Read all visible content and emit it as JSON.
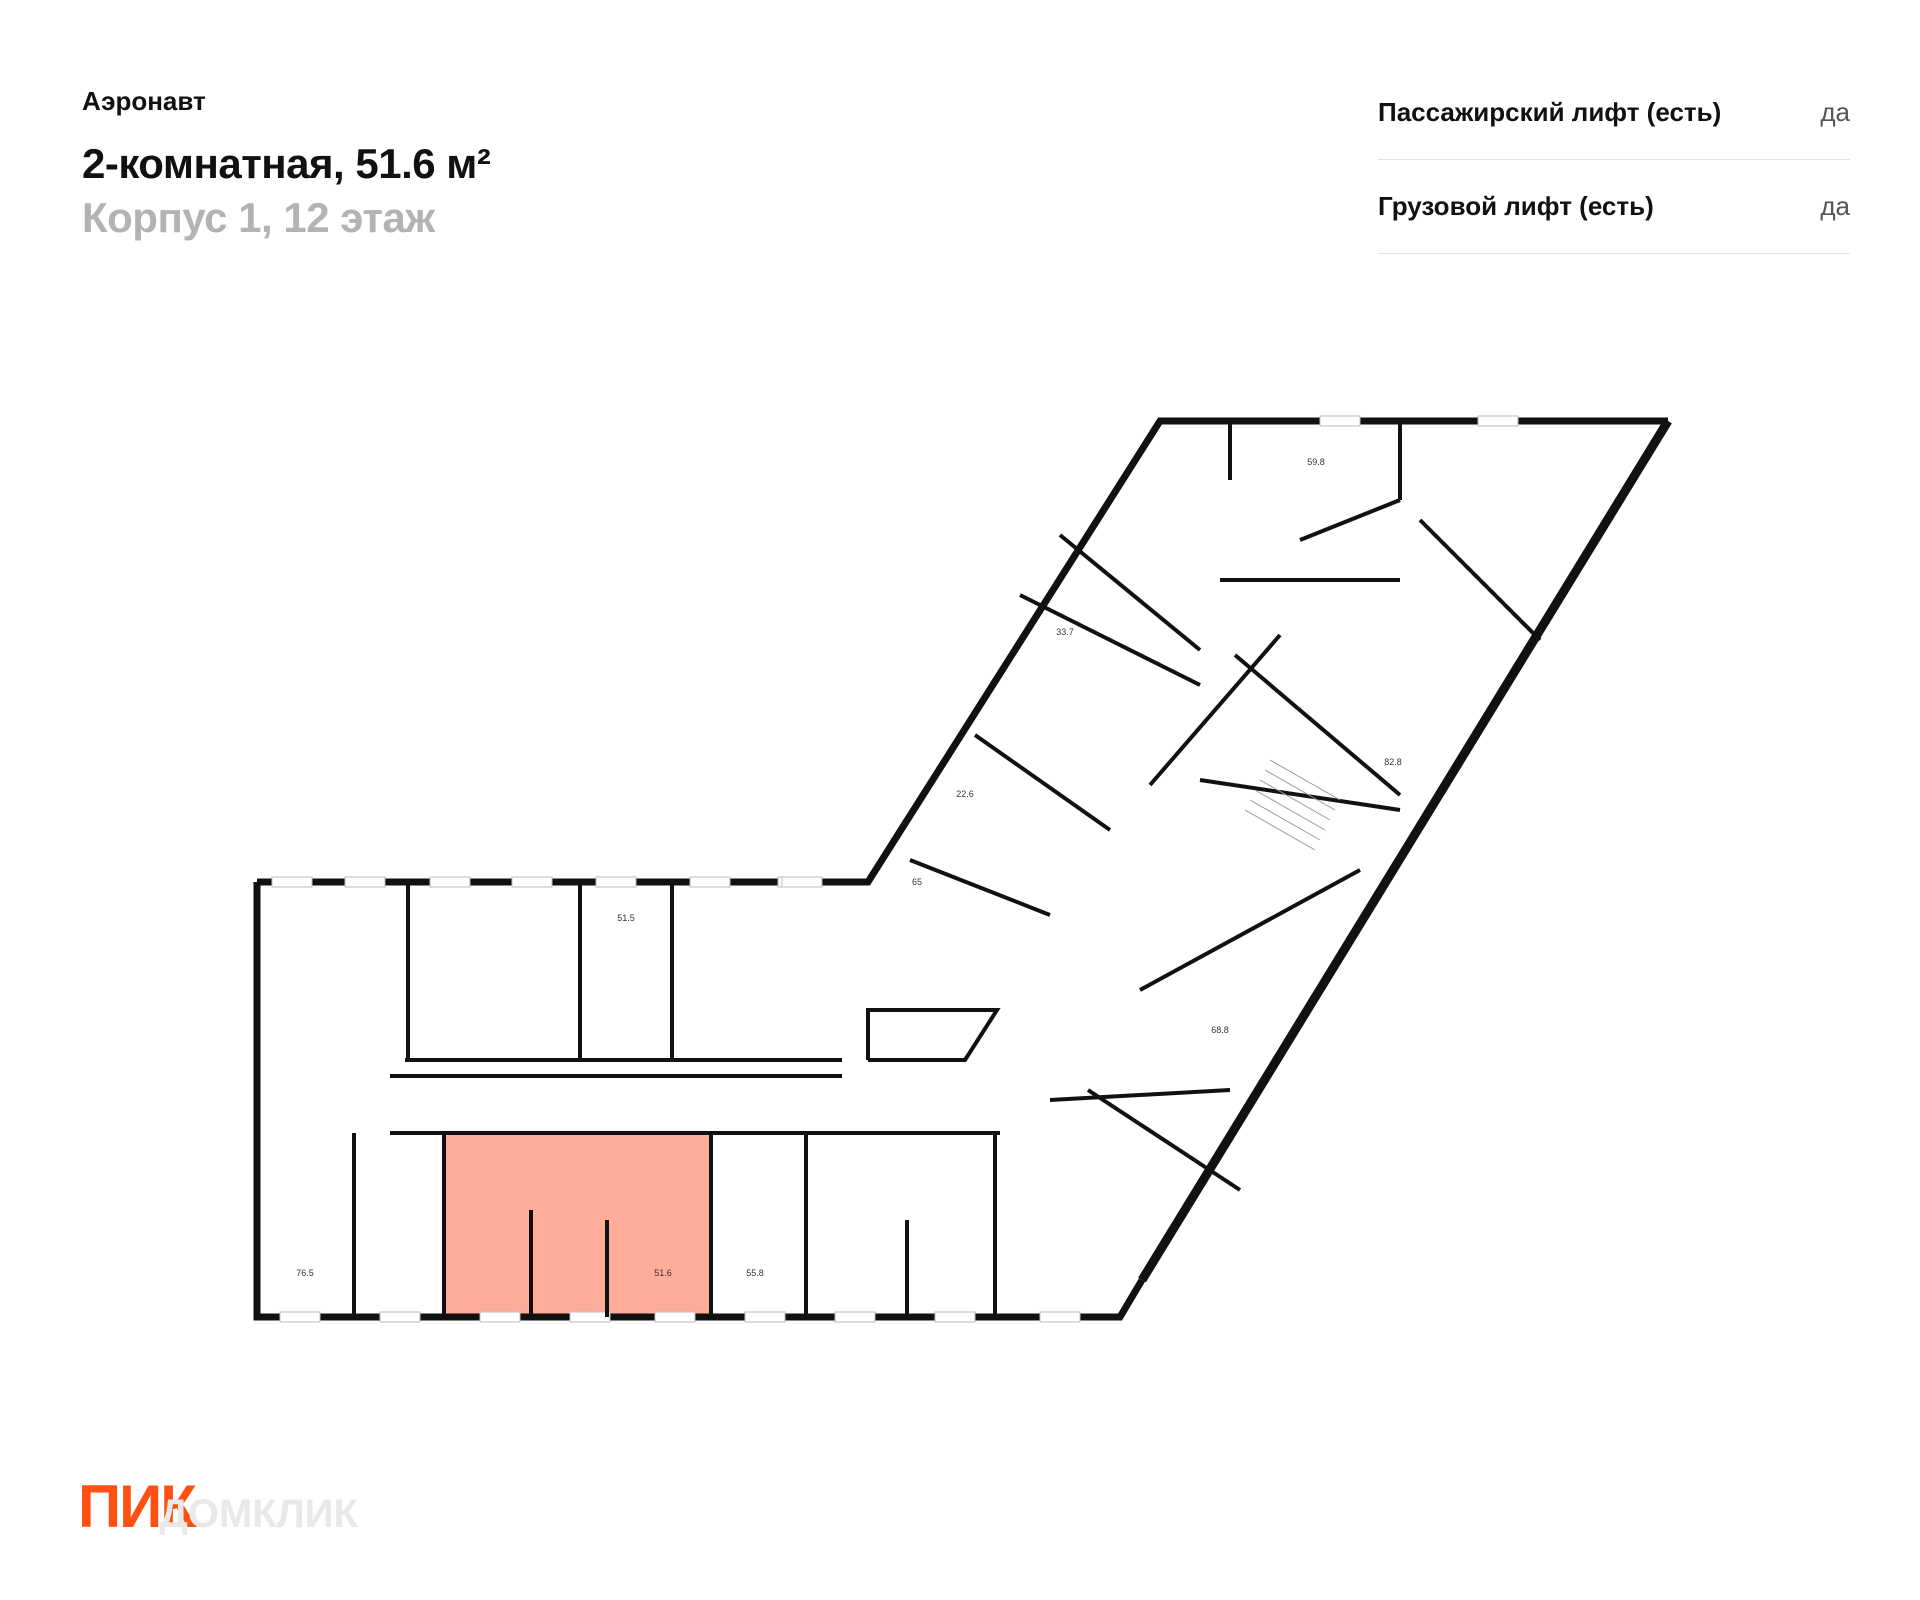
{
  "header": {
    "project": "Аэронавт",
    "title": "2-комнатная, 51.6 м²",
    "subtitle": "Корпус 1, 12 этаж"
  },
  "features": [
    {
      "name": "Пассажирский лифт (есть)",
      "value": "да"
    },
    {
      "name": "Грузовой лифт (есть)",
      "value": "да"
    }
  ],
  "plan": {
    "areas": [
      "59.8",
      "33.7",
      "82.8",
      "22.6",
      "65",
      "51.5",
      "68.8",
      "76.5",
      "51.6",
      "55.8"
    ],
    "highlight_area": "51.6",
    "highlight_color": "#ff9f88"
  },
  "logo": {
    "brand": "ПИК",
    "watermark": "ДОМКЛИК",
    "brand_color": "#ff4f12"
  }
}
